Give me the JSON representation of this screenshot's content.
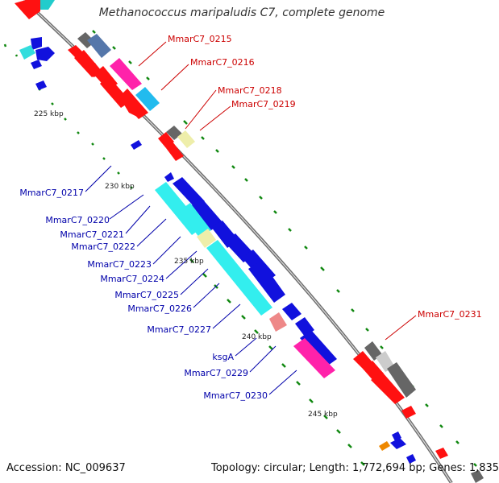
{
  "title": "Methanococcus maripaludis C7, complete genome",
  "footer": {
    "accession": "Accession: NC_009637",
    "summary": "Topology: circular; Length: 1,772,694 bp; Genes: 1,835"
  },
  "ticks": [
    "225 kbp",
    "230 kbp",
    "235 kbp",
    "240 kbp",
    "245 kbp"
  ],
  "genes_right": [
    "MmarC7_0215",
    "MmarC7_0216",
    "MmarC7_0218",
    "MmarC7_0219",
    "MmarC7_0231"
  ],
  "genes_left": [
    "MmarC7_0217",
    "MmarC7_0220",
    "MmarC7_0221",
    "MmarC7_0222",
    "MmarC7_0223",
    "MmarC7_0224",
    "MmarC7_0225",
    "MmarC7_0226",
    "MmarC7_0227",
    "ksgA",
    "MmarC7_0229",
    "MmarC7_0230"
  ],
  "colors": {
    "forward_label": "#cc0000",
    "reverse_label": "#0000aa",
    "forward_gene": "#ff0000",
    "reverse_gene": "#0000dd",
    "backbone": "#777777",
    "gc_tick": "#118811"
  }
}
